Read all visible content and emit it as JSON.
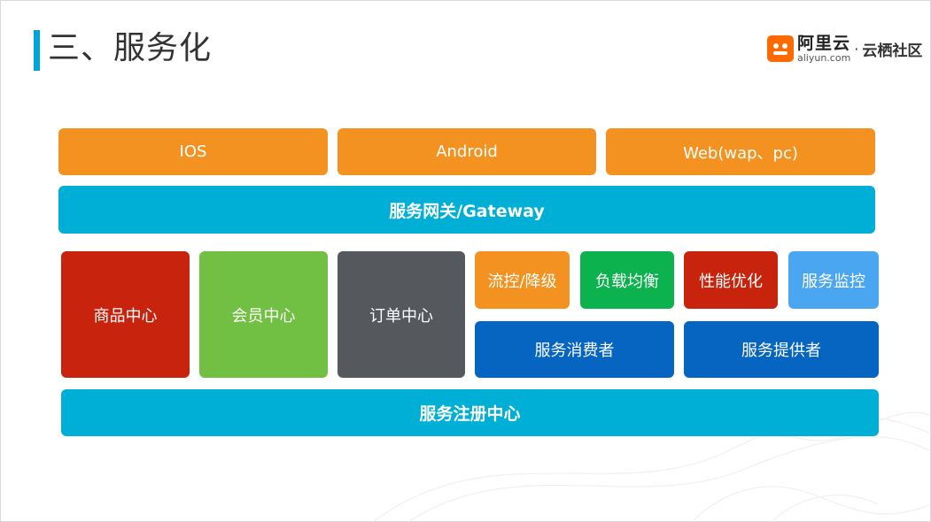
{
  "slide": {
    "title": "三、服务化"
  },
  "logo": {
    "brand_cn": "阿里云",
    "brand_en": "aliyun.com",
    "separator": "·",
    "community": "云栖社区"
  },
  "clients": [
    "IOS",
    "Android",
    "Web(wap、pc)"
  ],
  "gateway": "服务网关/Gateway",
  "centers": [
    "商品中心",
    "会员中心",
    "订单中心"
  ],
  "capabilities": [
    "流控/降级",
    "负载均衡",
    "性能优化",
    "服务监控"
  ],
  "roles": [
    "服务消费者",
    "服务提供者"
  ],
  "registry": "服务注册中心",
  "colors": {
    "accent": "#00a3d9",
    "client": "#f39220",
    "gateway": "#00afd6",
    "product_center": "#c8230c",
    "member_center": "#71c044",
    "order_center": "#55585d",
    "flow_control": "#f39220",
    "load_balance": "#0bb24d",
    "performance": "#c8230c",
    "monitoring": "#4ba6f2",
    "roles": "#0665c1",
    "registry": "#00afd6",
    "logo_orange": "#ff6a00"
  }
}
